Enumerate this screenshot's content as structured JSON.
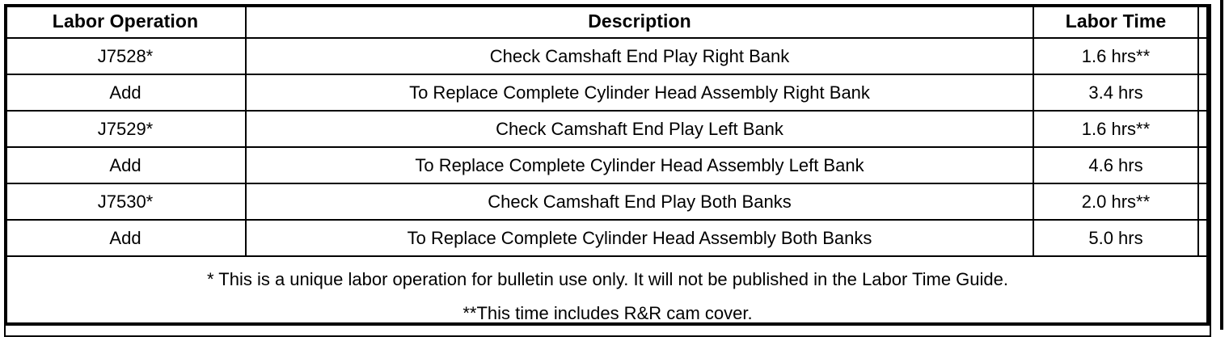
{
  "table": {
    "columns": [
      {
        "key": "operation",
        "label": "Labor Operation"
      },
      {
        "key": "description",
        "label": "Description"
      },
      {
        "key": "time",
        "label": "Labor Time"
      },
      {
        "key": "spare",
        "label": ""
      }
    ],
    "rows": [
      {
        "operation": "J7528*",
        "description": "Check Camshaft End Play Right Bank",
        "time": "1.6 hrs**",
        "spare": ""
      },
      {
        "operation": "Add",
        "description": "To Replace Complete Cylinder Head Assembly Right Bank",
        "time": "3.4 hrs",
        "spare": ""
      },
      {
        "operation": "J7529*",
        "description": "Check Camshaft End Play Left Bank",
        "time": "1.6 hrs**",
        "spare": ""
      },
      {
        "operation": "Add",
        "description": "To Replace Complete Cylinder Head Assembly Left Bank",
        "time": "4.6 hrs",
        "spare": ""
      },
      {
        "operation": "J7530*",
        "description": "Check Camshaft End Play Both Banks",
        "time": "2.0 hrs**",
        "spare": ""
      },
      {
        "operation": "Add",
        "description": "To Replace Complete Cylinder Head Assembly Both Banks",
        "time": "5.0 hrs",
        "spare": ""
      }
    ],
    "footnotes": [
      "* This is a unique labor operation for bulletin use only. It will not be published in the Labor Time Guide.",
      "**This time includes R&R cam cover."
    ]
  },
  "colors": {
    "border": "#000000",
    "text": "#000000",
    "background": "#ffffff"
  }
}
